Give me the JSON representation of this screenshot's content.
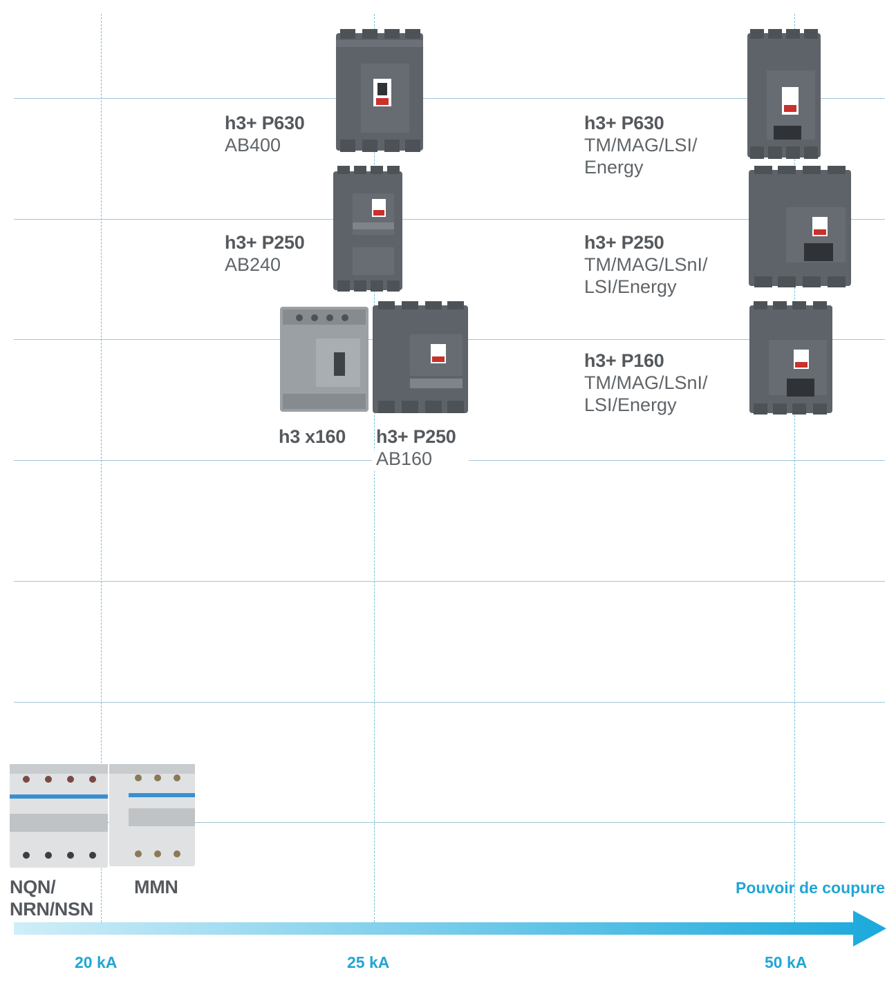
{
  "axis": {
    "title": "Pouvoir de coupure",
    "ticks": [
      "20 kA",
      "25 kA",
      "50 kA"
    ],
    "arrow_color_start": "#cfeef8",
    "arrow_color_end": "#1ba9dc"
  },
  "products": {
    "p630_ab400": {
      "name": "h3+ P630",
      "sub": "AB400"
    },
    "p250_ab240": {
      "name": "h3+ P250",
      "sub": "AB240"
    },
    "x160": {
      "name": "h3 x160"
    },
    "p250_ab160": {
      "name": "h3+ P250",
      "sub": "AB160"
    },
    "p630_tm": {
      "name": "h3+ P630",
      "sub": "TM/MAG/LSI/\nEnergy"
    },
    "p250_tm": {
      "name": "h3+ P250",
      "sub": "TM/MAG/LSnI/\nLSI/Energy"
    },
    "p160_tm": {
      "name": "h3+ P160",
      "sub": "TM/MAG/LSnI/\nLSI/Energy"
    },
    "nqn": {
      "name": "NQN/\nNRN/NSN"
    },
    "mmn": {
      "name": "MMN"
    }
  },
  "colors": {
    "grid": "#9fc6d9",
    "dashed": "#6cc3dd",
    "accent": "#1fa6d6",
    "breaker_body": "#5d6369",
    "breaker_light": "#9aa0a3",
    "mcb_body": "#dfe1e3"
  }
}
